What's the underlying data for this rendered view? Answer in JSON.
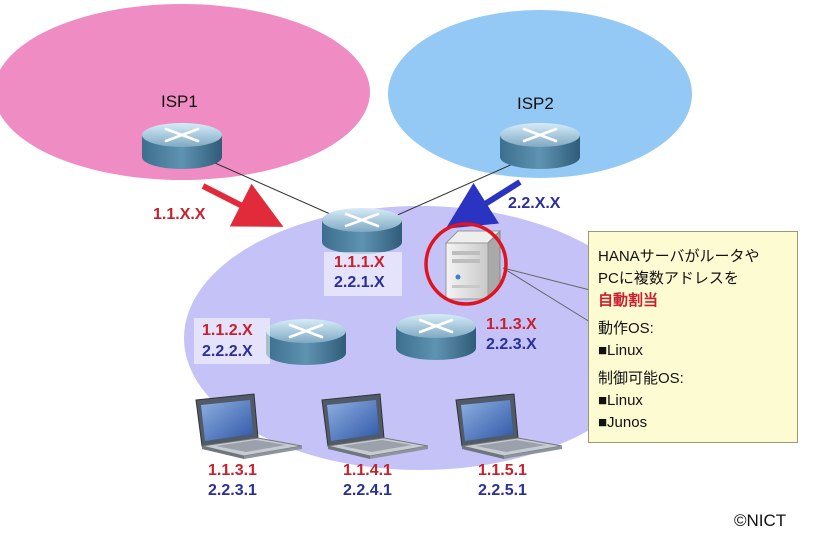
{
  "isp1": {
    "name": "ISP1",
    "prefix": "1.1.X.X",
    "color": "#f08cc4"
  },
  "isp2": {
    "name": "ISP2",
    "prefix": "2.2.X.X",
    "color": "#94c9f5"
  },
  "network_color": "#c5c2f7",
  "routers": {
    "core": {
      "addr1": "1.1.1.X",
      "addr2": "2.2.1.X"
    },
    "left": {
      "addr1": "1.1.2.X",
      "addr2": "2.2.2.X"
    },
    "right": {
      "addr1": "1.1.3.X",
      "addr2": "2.2.3.X"
    }
  },
  "pcs": [
    {
      "addr1": "1.1.3.1",
      "addr2": "2.2.3.1"
    },
    {
      "addr1": "1.1.4.1",
      "addr2": "2.2.4.1"
    },
    {
      "addr1": "1.1.5.1",
      "addr2": "2.2.5.1"
    }
  ],
  "callout": {
    "line1": "HANAサーバがルータや",
    "line2": "PCに複数アドレスを",
    "highlight": "自動割当",
    "os_title": "動作OS:",
    "os_item": "■Linux",
    "ctrl_title": "制御可能OS:",
    "ctrl_item1": "■Linux",
    "ctrl_item2": "■Junos"
  },
  "copyright": "©NICT",
  "colors": {
    "red": "#c8202c",
    "blue": "#2a2f9a",
    "callout_bg": "#fdfbd2"
  }
}
